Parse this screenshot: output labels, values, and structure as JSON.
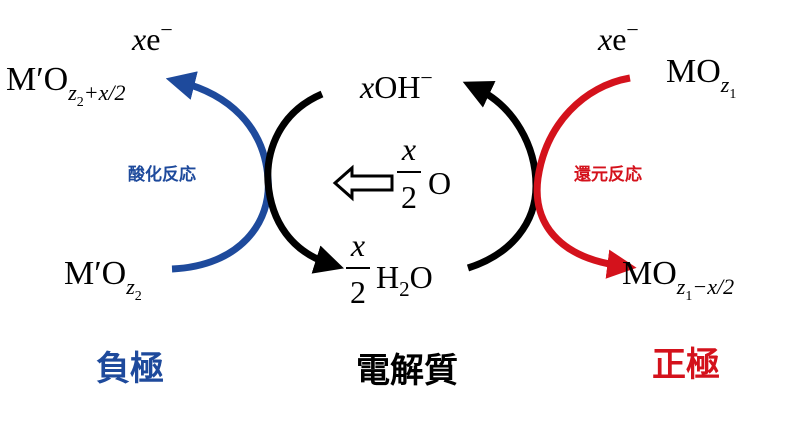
{
  "colors": {
    "negative": "#1e4a9c",
    "positive": "#d4121c",
    "electrolyte": "#000000"
  },
  "negative_electrode": {
    "electron_coef": "x",
    "electron_symbol": "e",
    "electron_charge": "−",
    "oxidized": {
      "base": "M′O",
      "sub_z": "z",
      "sub_2": "2",
      "sub_tail": "+x/2"
    },
    "reduced": {
      "base": "M′O",
      "sub_z": "z",
      "sub_2": "2"
    },
    "reaction_label": "酸化反応",
    "electrode_label": "負極"
  },
  "positive_electrode": {
    "electron_coef": "x",
    "electron_symbol": "e",
    "electron_charge": "−",
    "reactant": {
      "base": "MO",
      "sub_z": "z",
      "sub_1": "1"
    },
    "product": {
      "base": "MO",
      "sub_z": "z",
      "sub_1": "1",
      "sub_tail": "−x/2"
    },
    "reaction_label": "還元反応",
    "electrode_label": "正極"
  },
  "electrolyte": {
    "hydroxide_coef": "x",
    "hydroxide": "OH",
    "hydroxide_charge": "−",
    "oxygen_frac_num": "x",
    "oxygen_frac_den": "2",
    "oxygen": "O",
    "water_frac_num": "x",
    "water_frac_den": "2",
    "water_h": "H",
    "water_sub": "2",
    "water_o": "O",
    "label": "電解質"
  }
}
